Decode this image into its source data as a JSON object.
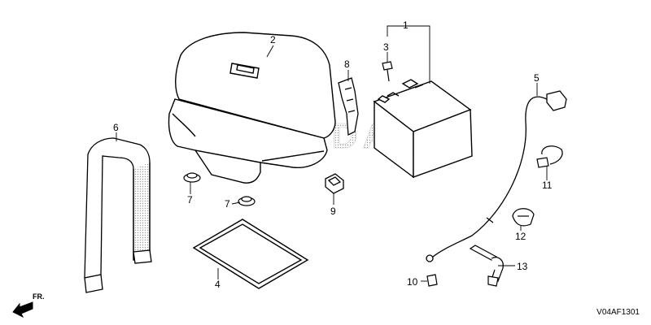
{
  "watermark": "HONDA",
  "callouts": {
    "c1": "1",
    "c2": "2",
    "c3": "3",
    "c4": "4",
    "c5": "5",
    "c6": "6",
    "c7a": "7",
    "c7b": "7",
    "c8": "8",
    "c9": "9",
    "c10": "10",
    "c11": "11",
    "c12": "12",
    "c13": "13"
  },
  "direction_label": "FR.",
  "diagram_code": "V04AF1301",
  "colors": {
    "line": "#000000",
    "watermark": "#bdbdbd",
    "background": "#ffffff"
  }
}
